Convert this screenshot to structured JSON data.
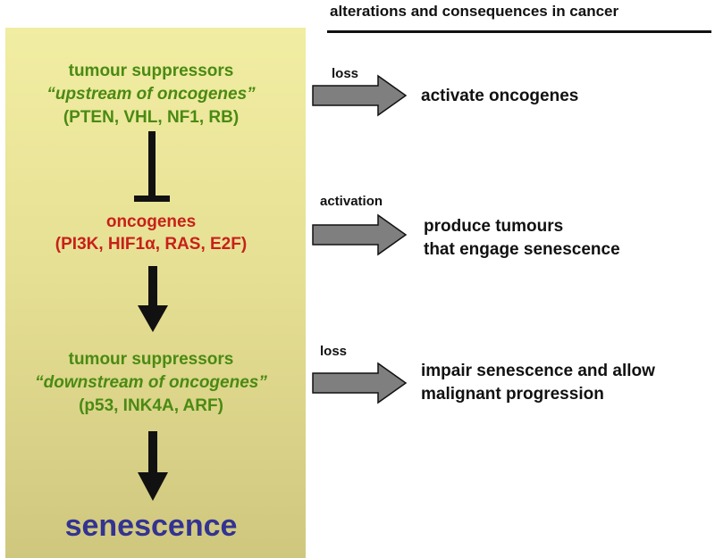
{
  "header": {
    "title": "alterations and consequences in cancer"
  },
  "left": {
    "upstream": {
      "line1": "tumour suppressors",
      "line2": "“upstream of oncogenes”",
      "line3": "(PTEN, VHL, NF1, RB)"
    },
    "oncogenes": {
      "line1": "oncogenes",
      "line2": "(PI3K,  HIF1α,  RAS,  E2F)"
    },
    "downstream": {
      "line1": "tumour suppressors",
      "line2": "“downstream of oncogenes”",
      "line3": "(p53, INK4A, ARF)"
    },
    "outcome": "senescence"
  },
  "right": {
    "rows": [
      {
        "action": "loss",
        "consequence_line1": "activate oncogenes",
        "consequence_line2": ""
      },
      {
        "action": "activation",
        "consequence_line1": "produce tumours",
        "consequence_line2": "that engage senescence"
      },
      {
        "action": "loss",
        "consequence_line1": "impair senescence and allow",
        "consequence_line2": "malignant progression"
      }
    ]
  },
  "colors": {
    "panel_top": "#f1eda2",
    "panel_bottom": "#cfc77e",
    "tumour_suppressor_text": "#4a8a12",
    "oncogene_text": "#c8201a",
    "senescence_text": "#333392",
    "block_arrow_fill": "#7f7f7f"
  }
}
